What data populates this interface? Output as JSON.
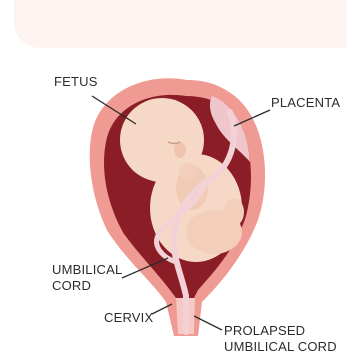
{
  "labels": {
    "fetus": "FETUS",
    "placenta": "PLACENTA",
    "umbilical_line1": "UMBILICAL",
    "umbilical_line2": "CORD",
    "cervix": "CERVIX",
    "prolapsed_line1": "PROLAPSED",
    "prolapsed_line2": "UMBILICAL CORD"
  },
  "colors": {
    "uterus_wall": "#ef9a93",
    "uterus_inner": "#8a1d26",
    "fetus_skin": "#f6d8c6",
    "placenta": "#f0c6cd",
    "cord": "#f3d2d7",
    "label_text": "#2c2c2c",
    "background_band": "#fdf4f2"
  }
}
